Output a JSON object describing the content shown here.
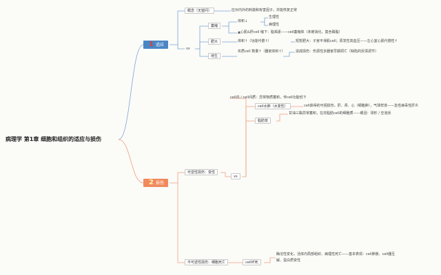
{
  "root": "病理学 第1章 细胞和组织的适应与损伤",
  "branches": [
    {
      "num": "1",
      "label": "适应",
      "nodes": {
        "concept": "概念（无望问）",
        "concept_def": "应对内外的刺激和有害因子，并能恢复正常",
        "vs": "vs",
        "atrophy": "萎缩",
        "atrophy_volume": "体积↓",
        "atrophy_physio": "生理性",
        "atrophy_patho": "病理性",
        "atrophy_note": "▲心肌&肝cell 缩下：脂褐素——cell萎缩体（未被消化，富含磷脂）",
        "hypertrophy": "肥大",
        "hypertrophy_volume": "体积↑（功能代偿↑）",
        "hypertrophy_note": "短暂肥大：子宫平滑肌cell；原发性高血压——左心室心肌代偿性↑",
        "hyperplasia": "增生",
        "hyperplasia_note": "实质cell 数量↑（器官体积↑）",
        "hyperplasia_note2": "造成损伤：伤源性多器官早期凋亡（缺陷的反馈调节）"
      }
    },
    {
      "num": "2",
      "label": "损伤",
      "nodes": {
        "reversible": "可逆性损伤：变性",
        "vs": "vs",
        "cellular_note": "cell内 / cell间质：异常物质蓄积，伴cell功能低下",
        "cell_swelling": "cell水肿（水变性）",
        "swelling_note": "cell获得的可视损伤，肝、肾、心（细胞肿），气球样变——急性病毒性肝炎",
        "fatty_note": "甘油三酯异常蓄积，在非脂肪cell的细胞质——眼泪：球形 / 空泡状",
        "fatty": "脂肪变",
        "irreversible": "不可逆性损伤：细胞死亡",
        "cell_death": "cell坏死",
        "death_note1": "酶溶性变化，活体内局部组织、病理性死亡——基本表现：cell肿胀、cell器互",
        "death_note2": "解、蛋白质变性"
      }
    }
  ]
}
